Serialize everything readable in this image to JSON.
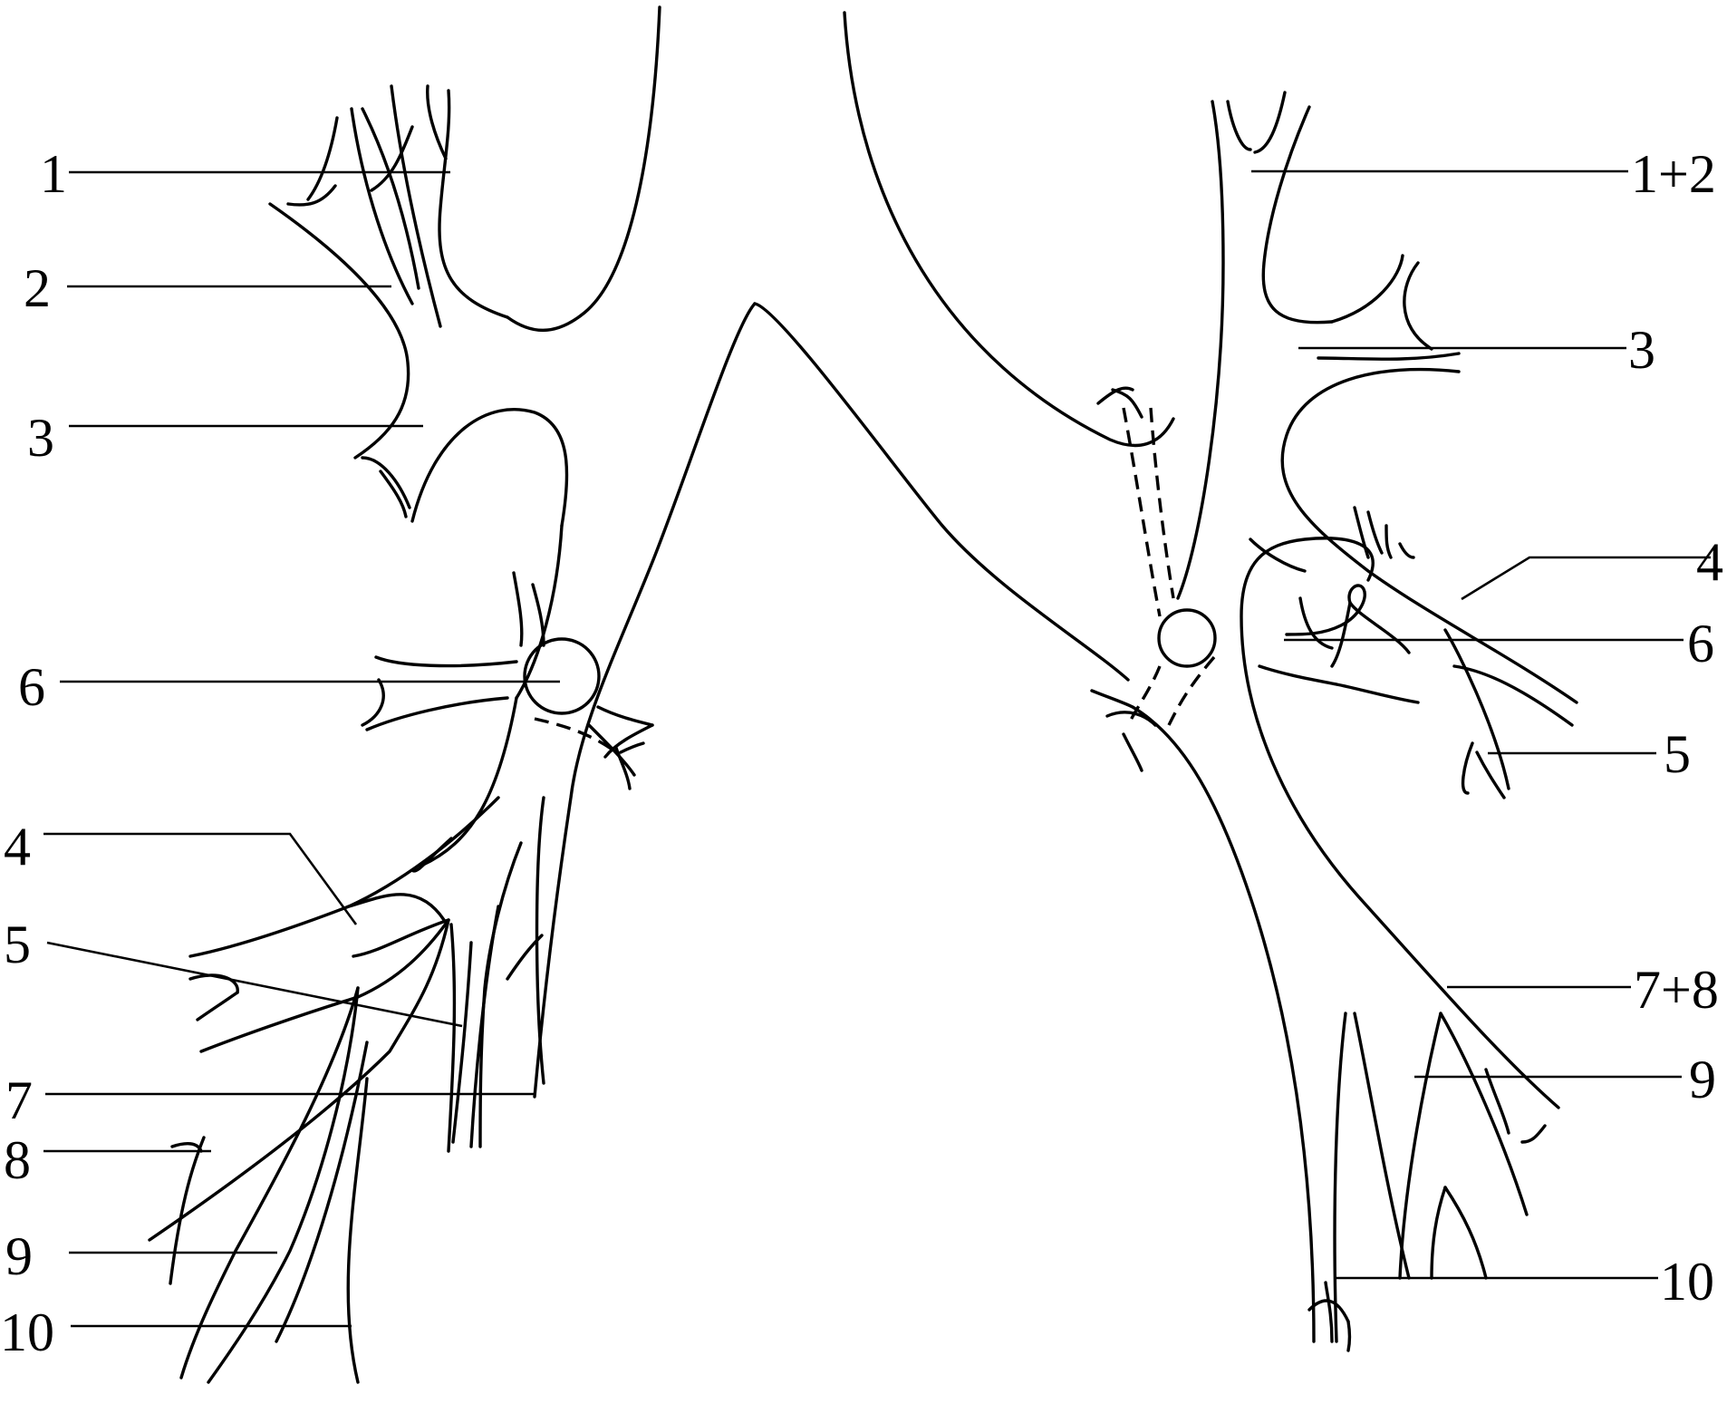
{
  "labels": {
    "right_lung": [
      "1",
      "2",
      "3",
      "6",
      "4",
      "5",
      "7",
      "8",
      "9",
      "10"
    ],
    "left_lung": [
      "1+2",
      "3",
      "4",
      "6",
      "5",
      "7+8",
      "9",
      "10"
    ]
  }
}
